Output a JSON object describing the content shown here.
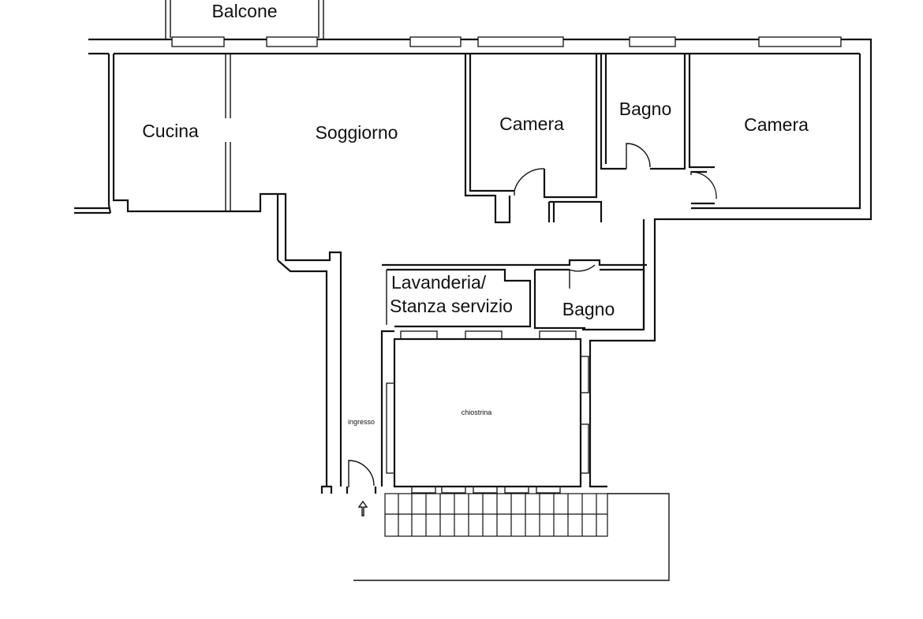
{
  "rooms": {
    "balcone": "Balcone",
    "cucina": "Cucina",
    "soggiorno": "Soggiorno",
    "camera_1": "Camera",
    "bagno_1": "Bagno",
    "camera_2": "Camera",
    "lavanderia_line1": "Lavanderia/",
    "lavanderia_line2": "Stanza servizio",
    "bagno_2": "Bagno",
    "chiostrina": "chiostrina",
    "ingresso": "ingresso"
  },
  "icons": {
    "entrance_arrow": "up-arrow-icon"
  }
}
